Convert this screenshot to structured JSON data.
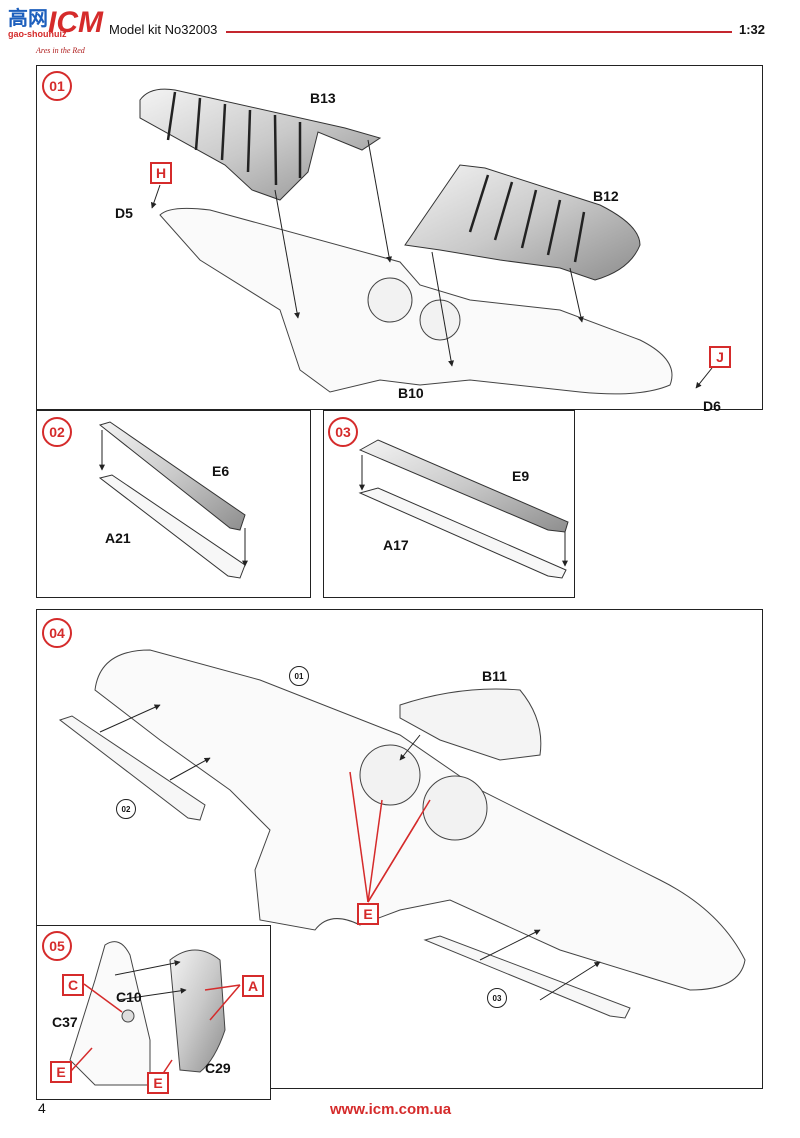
{
  "header": {
    "logo_chars": "高网",
    "logo_brand": "ICM",
    "logo_watermark": "gao-shouhuiz",
    "logo_tagline": "Ares in the Red",
    "model_kit": "Model kit No32003",
    "scale": "1:32"
  },
  "steps": [
    {
      "number": "01",
      "parts": [
        "B13",
        "B12",
        "B10",
        "D5",
        "D6"
      ],
      "paint_codes": [
        "H",
        "J"
      ]
    },
    {
      "number": "02",
      "parts": [
        "E6",
        "A21"
      ]
    },
    {
      "number": "03",
      "parts": [
        "E9",
        "A17"
      ]
    },
    {
      "number": "04",
      "parts": [
        "B11"
      ],
      "refs": [
        "01",
        "02",
        "03"
      ],
      "paint_codes": [
        "E"
      ]
    },
    {
      "number": "05",
      "parts": [
        "C10",
        "C37",
        "C29"
      ],
      "paint_codes": [
        "C",
        "A",
        "E",
        "E"
      ]
    }
  ],
  "footer": {
    "page_number": "4",
    "website": "www.icm.com.ua"
  },
  "colors": {
    "accent_red": "#d52b2b",
    "line": "#222222",
    "metal": "#c9c9c9"
  }
}
